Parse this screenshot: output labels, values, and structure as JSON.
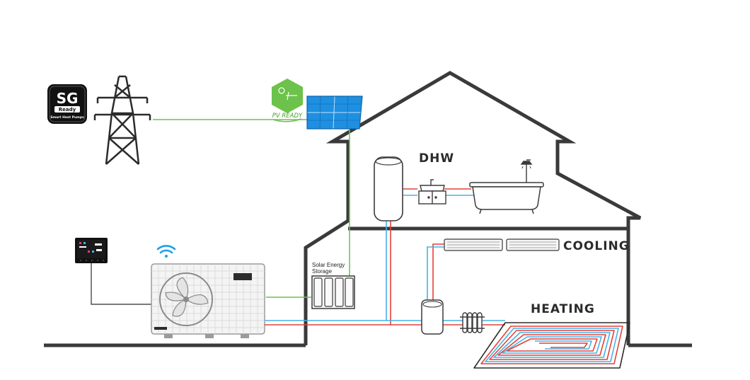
{
  "badges": {
    "sg_big": "SG",
    "sg_ready": "Ready",
    "sg_caption": "Smart Heat Pumps",
    "pv_ready": "PV READY"
  },
  "labels": {
    "dhw": "DHW",
    "cooling": "COOLING",
    "heating": "HEATING",
    "storage_line1": "Solar Energy",
    "storage_line2": "Storage"
  },
  "colors": {
    "house_outline": "#3a3a3a",
    "pv_line": "#6cc24a",
    "hot_pipe": "#e2413a",
    "cold_pipe": "#45b3e6",
    "solar_panel": "#1f8fe0",
    "wifi": "#1ea0e8",
    "sg_badge": "#111111"
  },
  "icons": [
    "sg-ready-badge",
    "power-pylon-icon",
    "pv-ready-badge",
    "solar-panel-icon",
    "controller-icon",
    "wifi-icon",
    "heat-pump-unit",
    "storage-battery",
    "water-tank",
    "sink-icon",
    "bathtub-icon",
    "shower-icon",
    "buffer-tank",
    "radiator-icon",
    "cooling-fan-coil",
    "floor-heating-coil"
  ]
}
